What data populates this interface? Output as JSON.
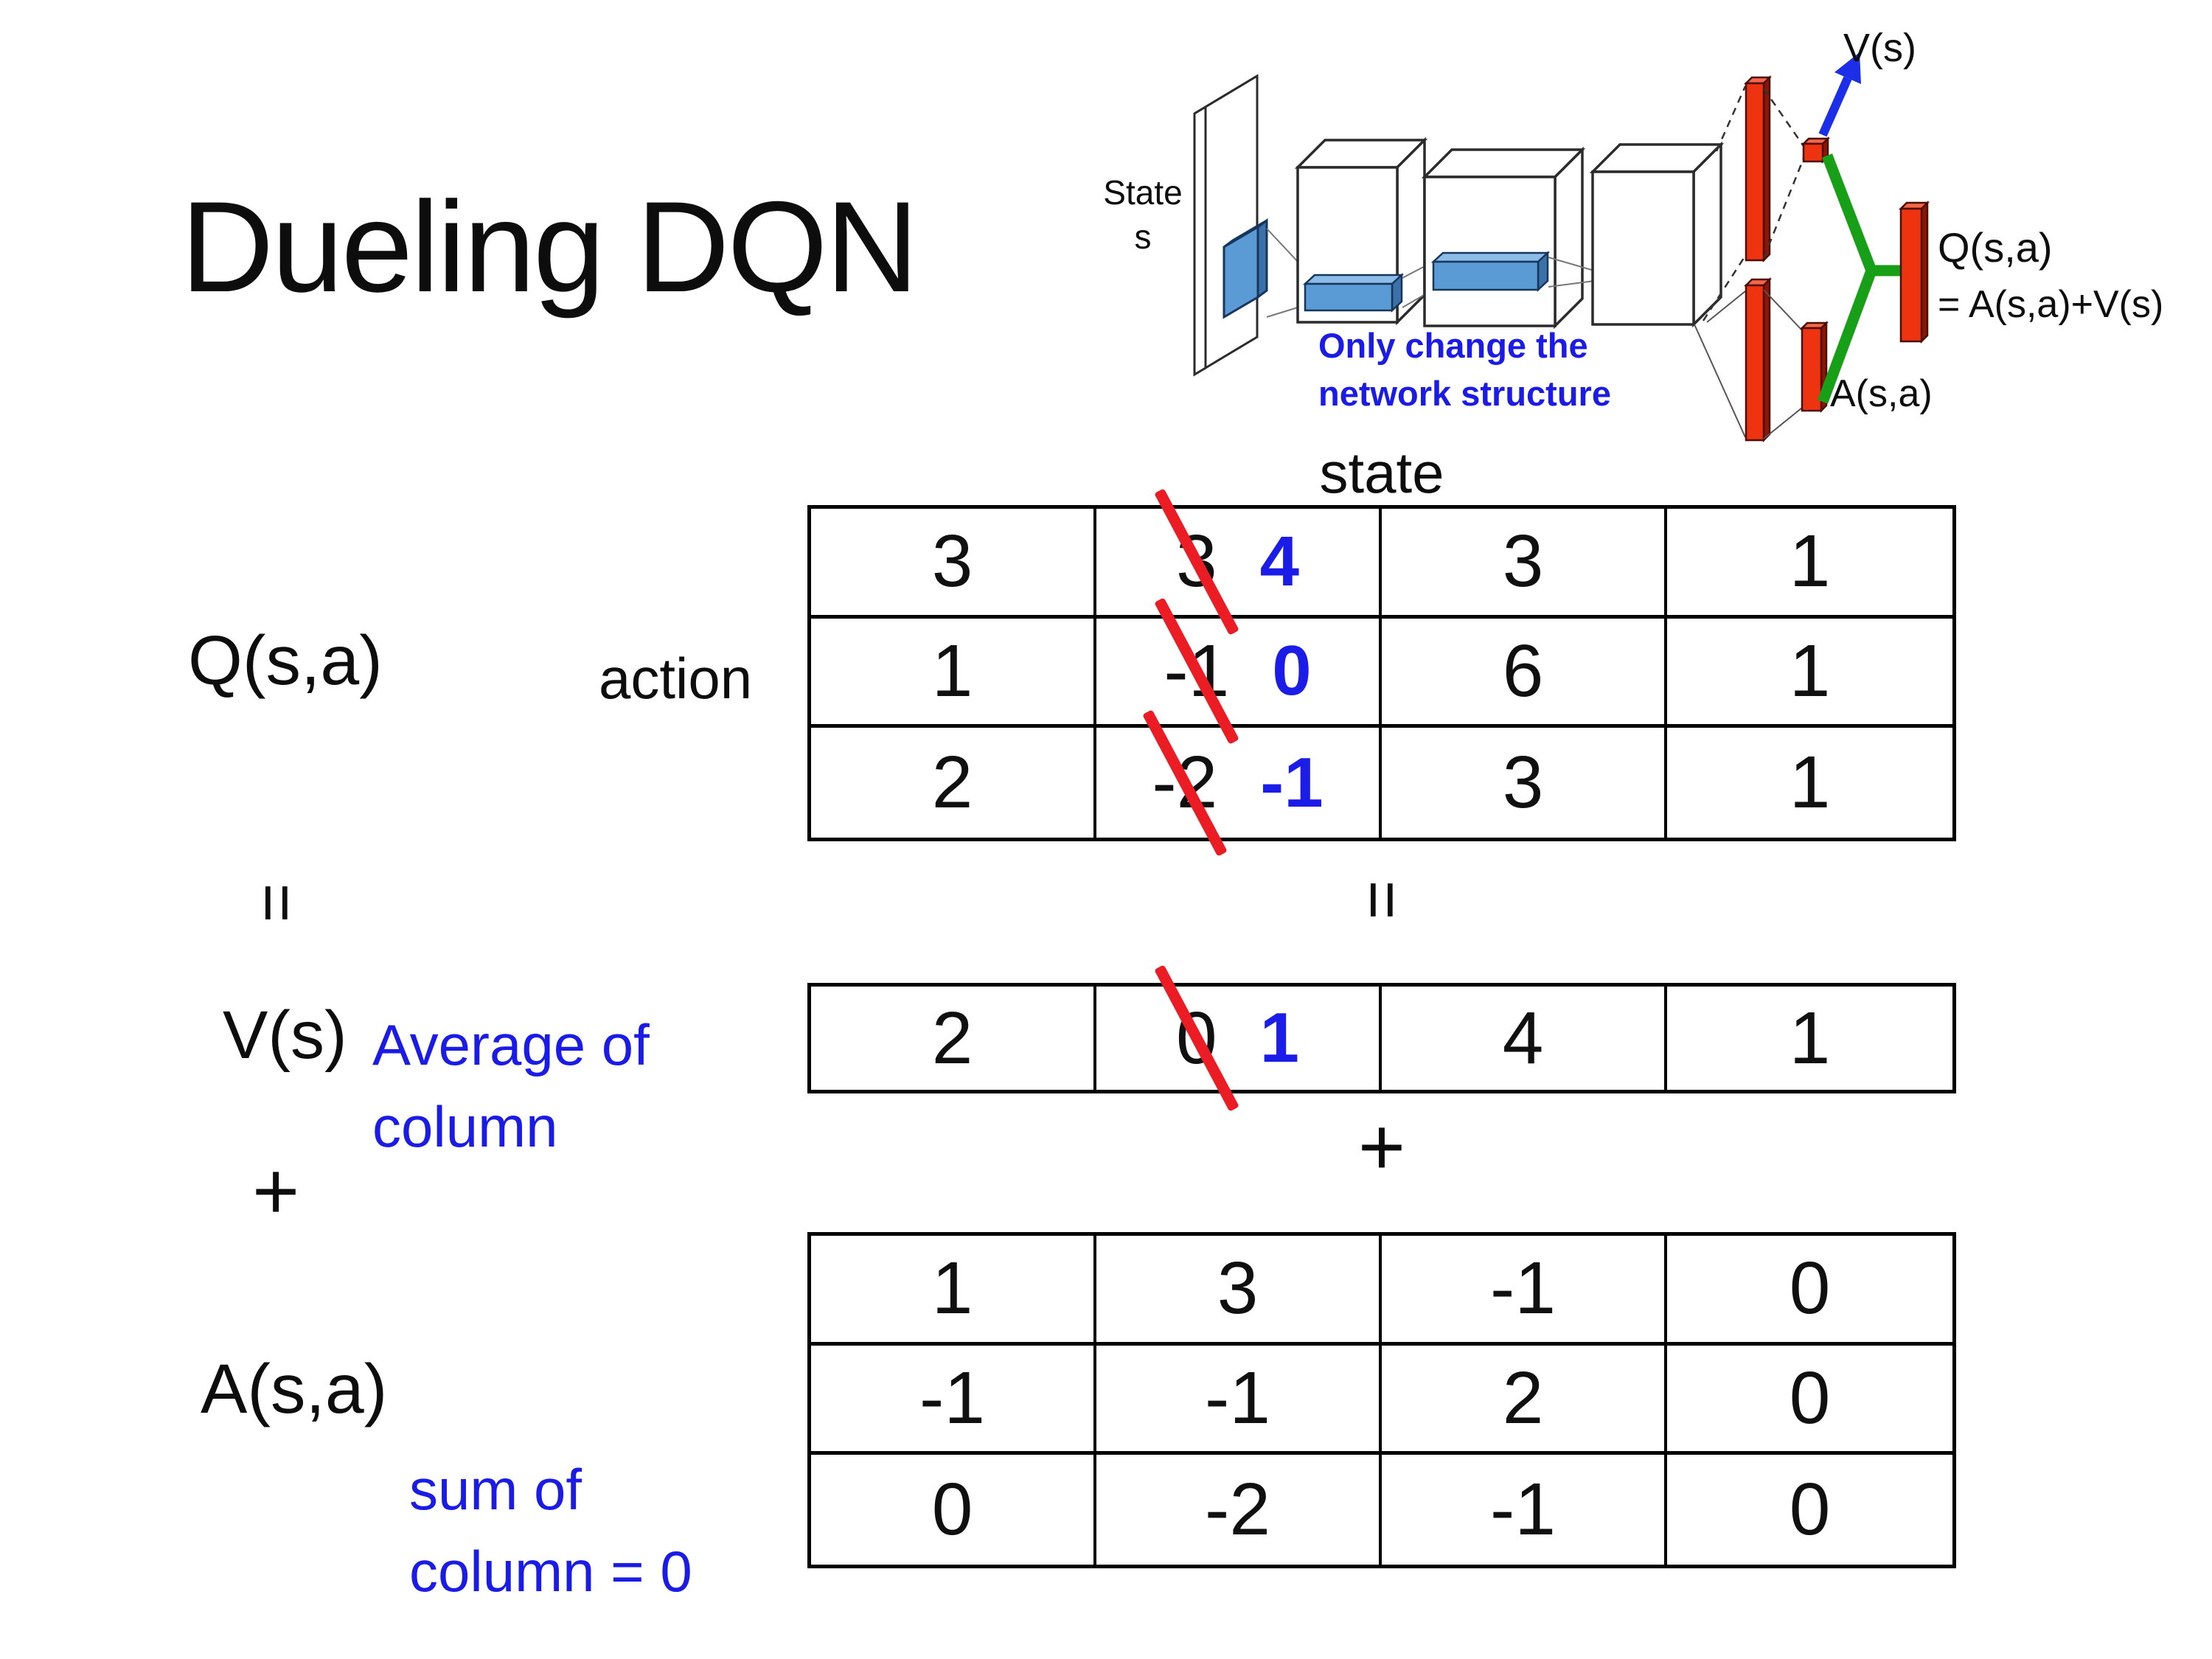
{
  "title": "Dueling DQN",
  "network": {
    "state_line1": "State",
    "state_line2": "s",
    "note1": "Only change the",
    "note2": "network structure",
    "v_out": "V(s)",
    "a_out": "A(s,a)",
    "q_out": "Q(s,a)",
    "q_formula": "= A(s,a)+V(s)"
  },
  "decomposition": {
    "state_header": "state",
    "action_header": "action",
    "q_label": "Q(s,a)",
    "equals": "=",
    "plus": "+",
    "v_label": "V(s)",
    "v_note1": "Average of",
    "v_note2": "column",
    "a_label": "A(s,a)",
    "a_note1": "sum of",
    "a_note2": "column = 0",
    "q_table": {
      "rows": [
        [
          "3",
          {
            "old": "3",
            "new": "4"
          },
          "3",
          "1"
        ],
        [
          "1",
          {
            "old": "-1",
            "new": "0"
          },
          "6",
          "1"
        ],
        [
          "2",
          {
            "old": "-2",
            "new": "-1"
          },
          "3",
          "1"
        ]
      ]
    },
    "v_row": [
      "2",
      {
        "old": "0",
        "new": "1"
      },
      "4",
      "1"
    ],
    "a_table": {
      "rows": [
        [
          "1",
          "3",
          "-1",
          "0"
        ],
        [
          "-1",
          "-1",
          "2",
          "0"
        ],
        [
          "0",
          "-2",
          "-1",
          "0"
        ]
      ]
    }
  },
  "colors": {
    "highlight_blue": "#1b1ce8",
    "strike_red": "#ec1c24",
    "bar_red": "#ee3311",
    "box_blue": "#5b9bd5",
    "merge_green": "#17a017",
    "arrow_blue": "#1b2fe8"
  }
}
